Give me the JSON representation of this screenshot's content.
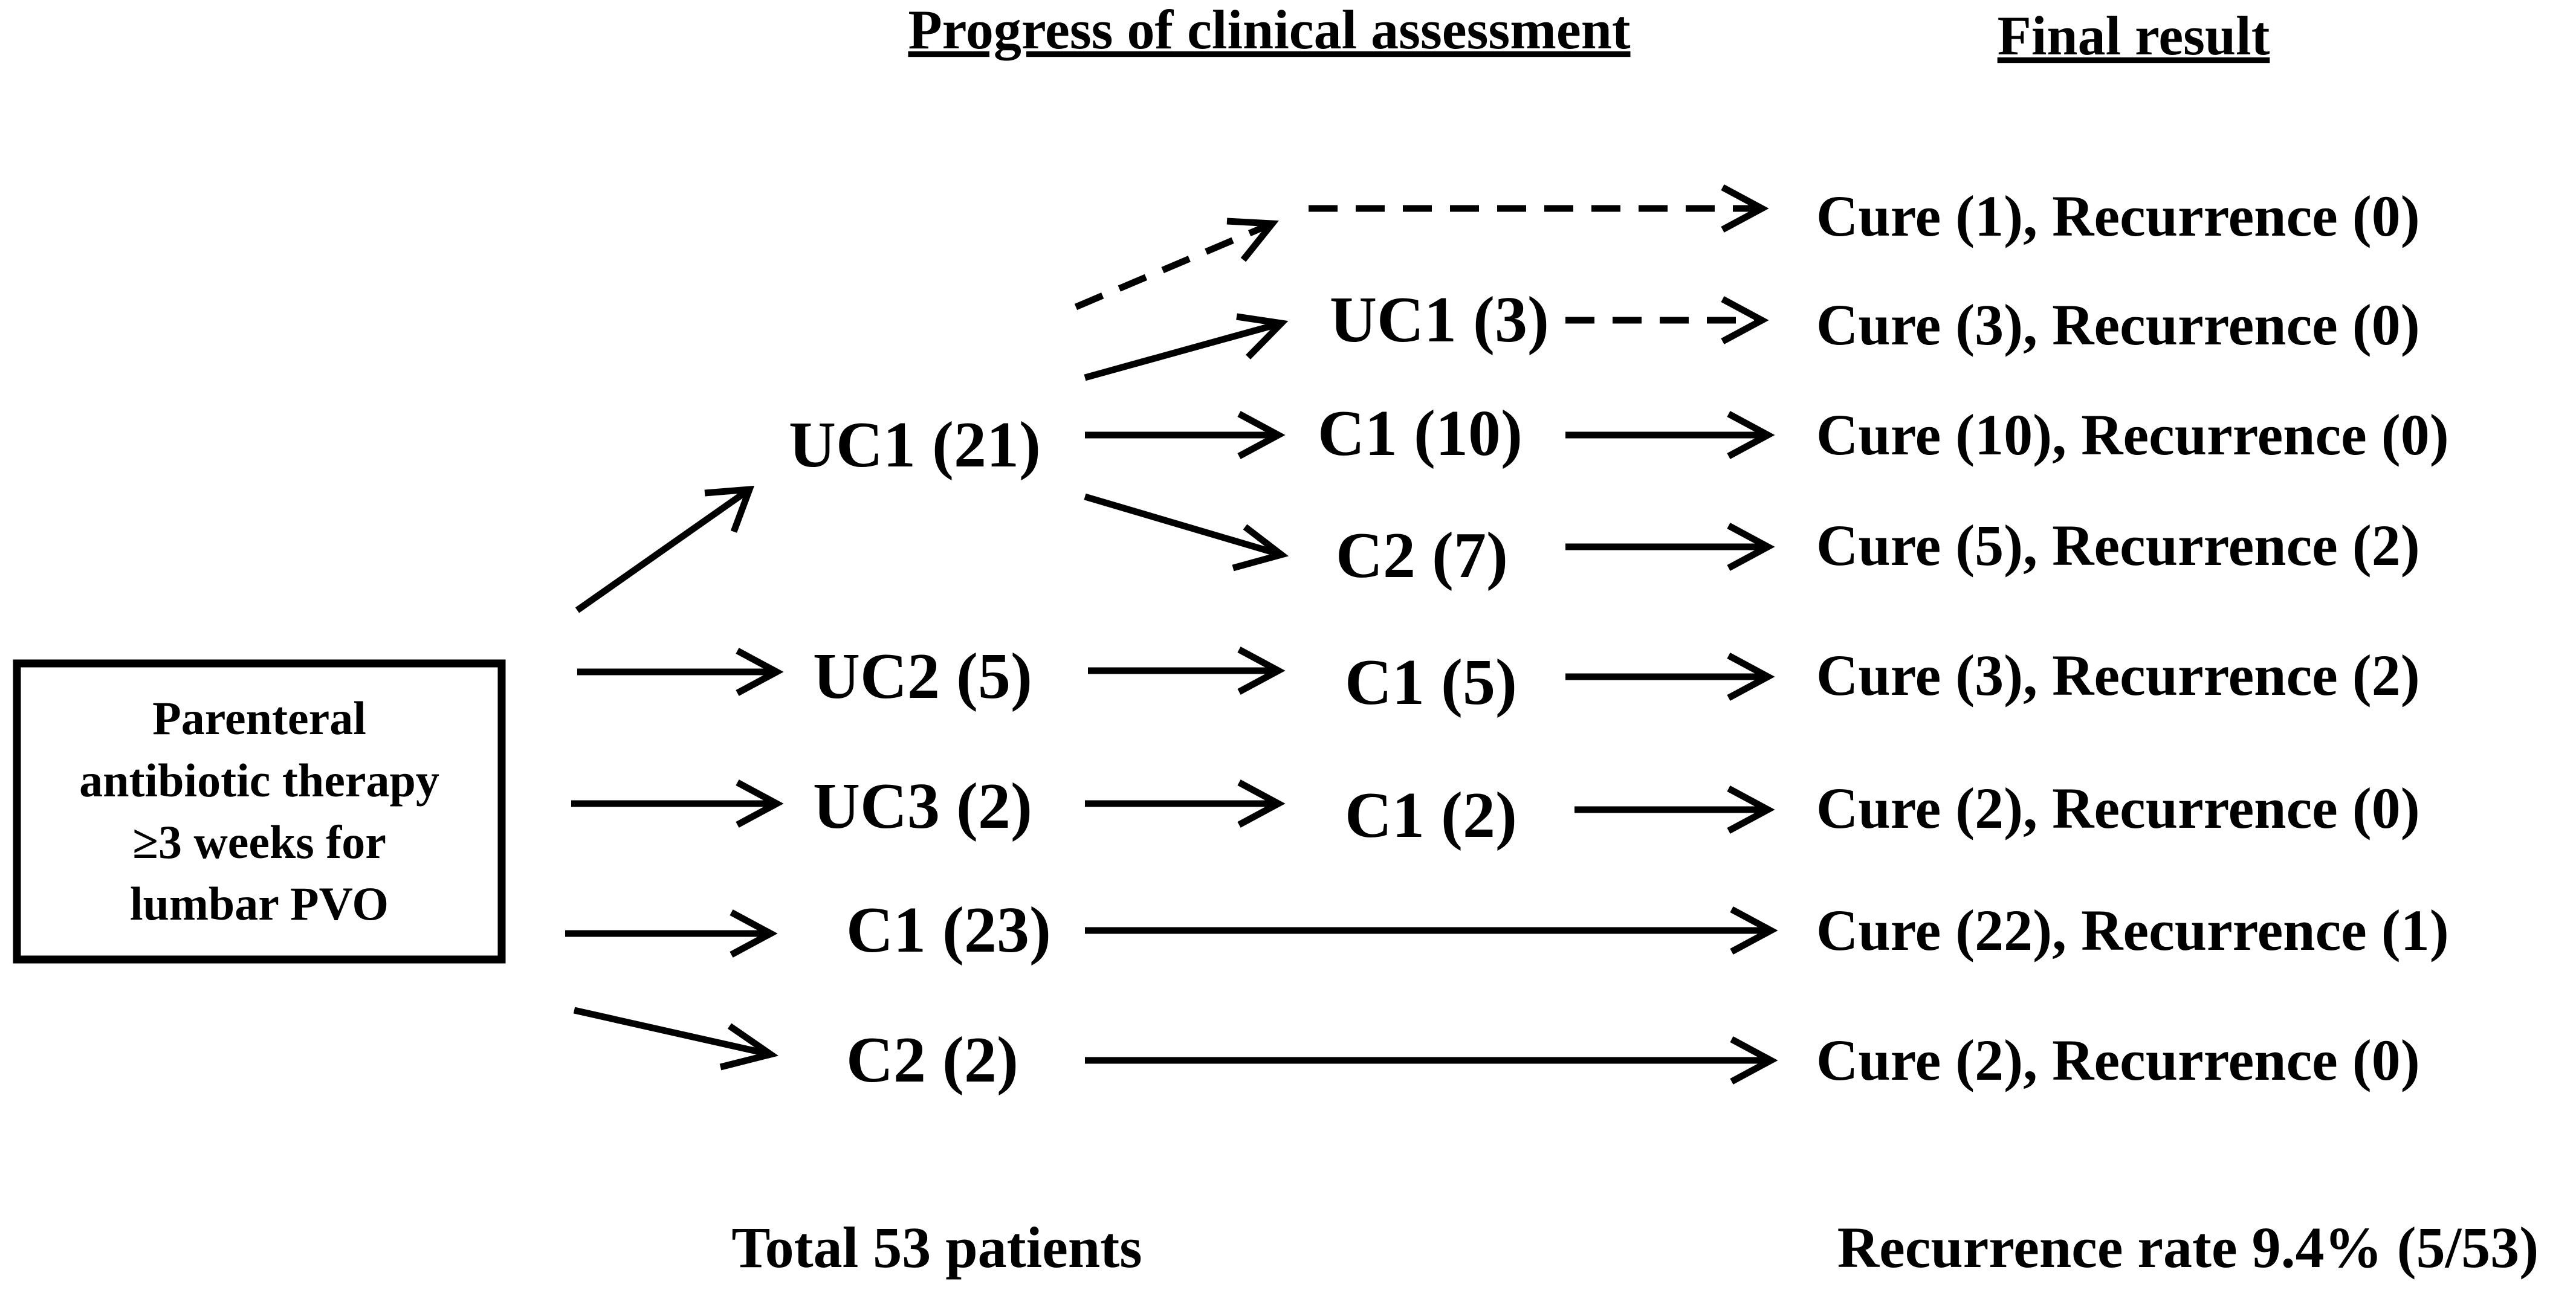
{
  "headers": {
    "progress": "Progress of clinical assessment",
    "final": "Final result"
  },
  "start_box": {
    "lines": [
      "Parenteral",
      "antibiotic therapy",
      "≥3 weeks for",
      "lumbar PVO"
    ]
  },
  "stage1": {
    "uc1": "UC1 (21)",
    "uc2": "UC2 (5)",
    "uc3": "UC3 (2)",
    "c1": "C1 (23)",
    "c2": "C2 (2)"
  },
  "stage2": {
    "uc1": "UC1 (3)",
    "c1_10": "C1 (10)",
    "c2_7": "C2 (7)",
    "c1_5": "C1 (5)",
    "c1_2": "C1 (2)"
  },
  "results": [
    "Cure (1), Recurrence  (0)",
    "Cure (3), Recurrence  (0)",
    "Cure (10), Recurrence  (0)",
    "Cure (5), Recurrence  (2)",
    "Cure (3), Recurrence  (2)",
    "Cure (2), Recurrence  (0)",
    "Cure (22), Recurrence  (1)",
    "Cure (2), Recurrence  (0)"
  ],
  "footer": {
    "total": "Total 53 patients",
    "rate": "Recurrence rate 9.4% (5/53)"
  },
  "colors": {
    "ink": "#000000",
    "background": "#ffffff"
  }
}
